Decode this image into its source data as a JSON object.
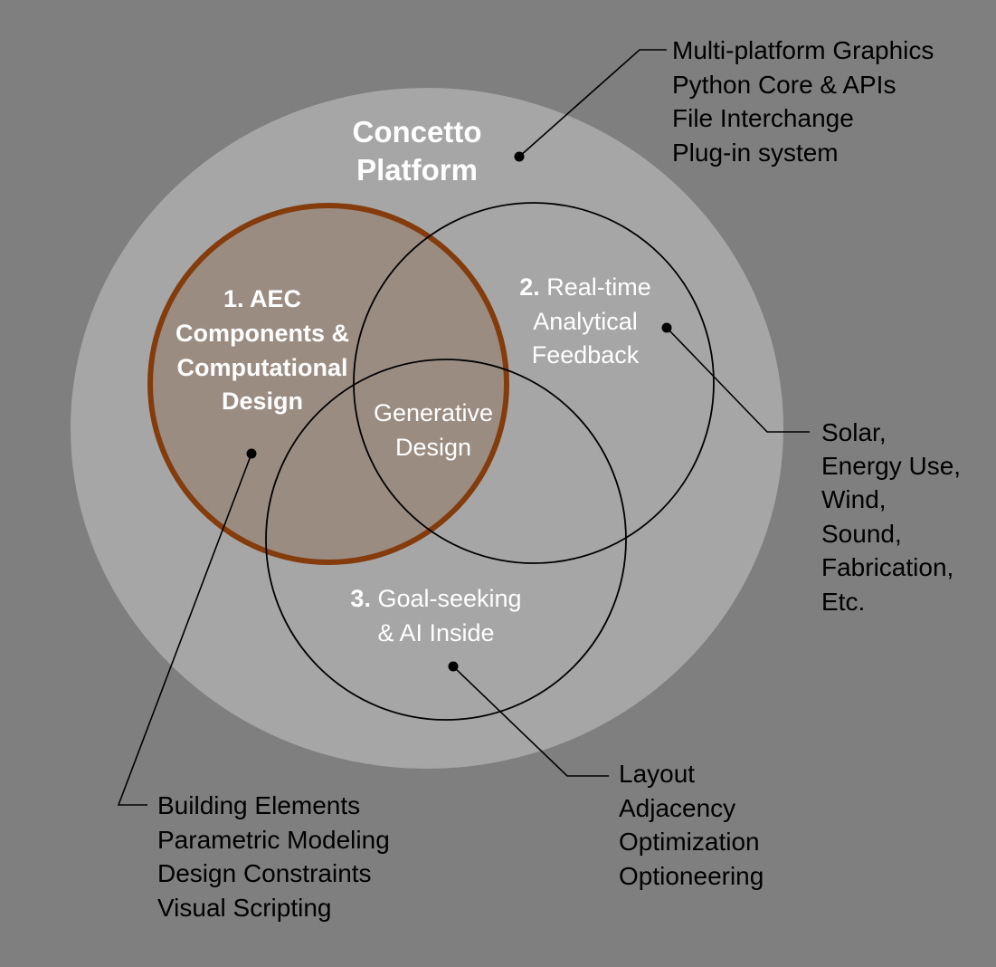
{
  "colors": {
    "background": "#7f7f7f",
    "platform_fill": "#a6a6a6",
    "highlight_fill": "#9b8c82",
    "highlight_stroke": "#843c0c",
    "outline": "#000000",
    "text_light": "#ffffff",
    "text_dark": "#000000"
  },
  "platform": {
    "title_line1": "Concetto",
    "title_line2": "Platform"
  },
  "circle1": {
    "line1": "1. AEC",
    "line2": "Components &",
    "line3": "Computational",
    "line4": "Design"
  },
  "circle2": {
    "number": "2.",
    "line1": "Real-time",
    "line2": "Analytical",
    "line3": "Feedback"
  },
  "circle3": {
    "number": "3.",
    "line1": "Goal-seeking",
    "line2": "& AI Inside"
  },
  "center": {
    "line1": "Generative",
    "line2": "Design"
  },
  "callouts": {
    "platform": [
      "Multi-platform Graphics",
      "Python Core & APIs",
      "File Interchange",
      "Plug-in system"
    ],
    "analytical": [
      "Solar,",
      "Energy Use,",
      "Wind,",
      "Sound,",
      "Fabrication,",
      "Etc."
    ],
    "goal_seeking": [
      "Layout",
      "Adjacency",
      "Optimization",
      "Optioneering"
    ],
    "components": [
      "Building Elements",
      "Parametric Modeling",
      "Design Constraints",
      "Visual Scripting"
    ]
  }
}
